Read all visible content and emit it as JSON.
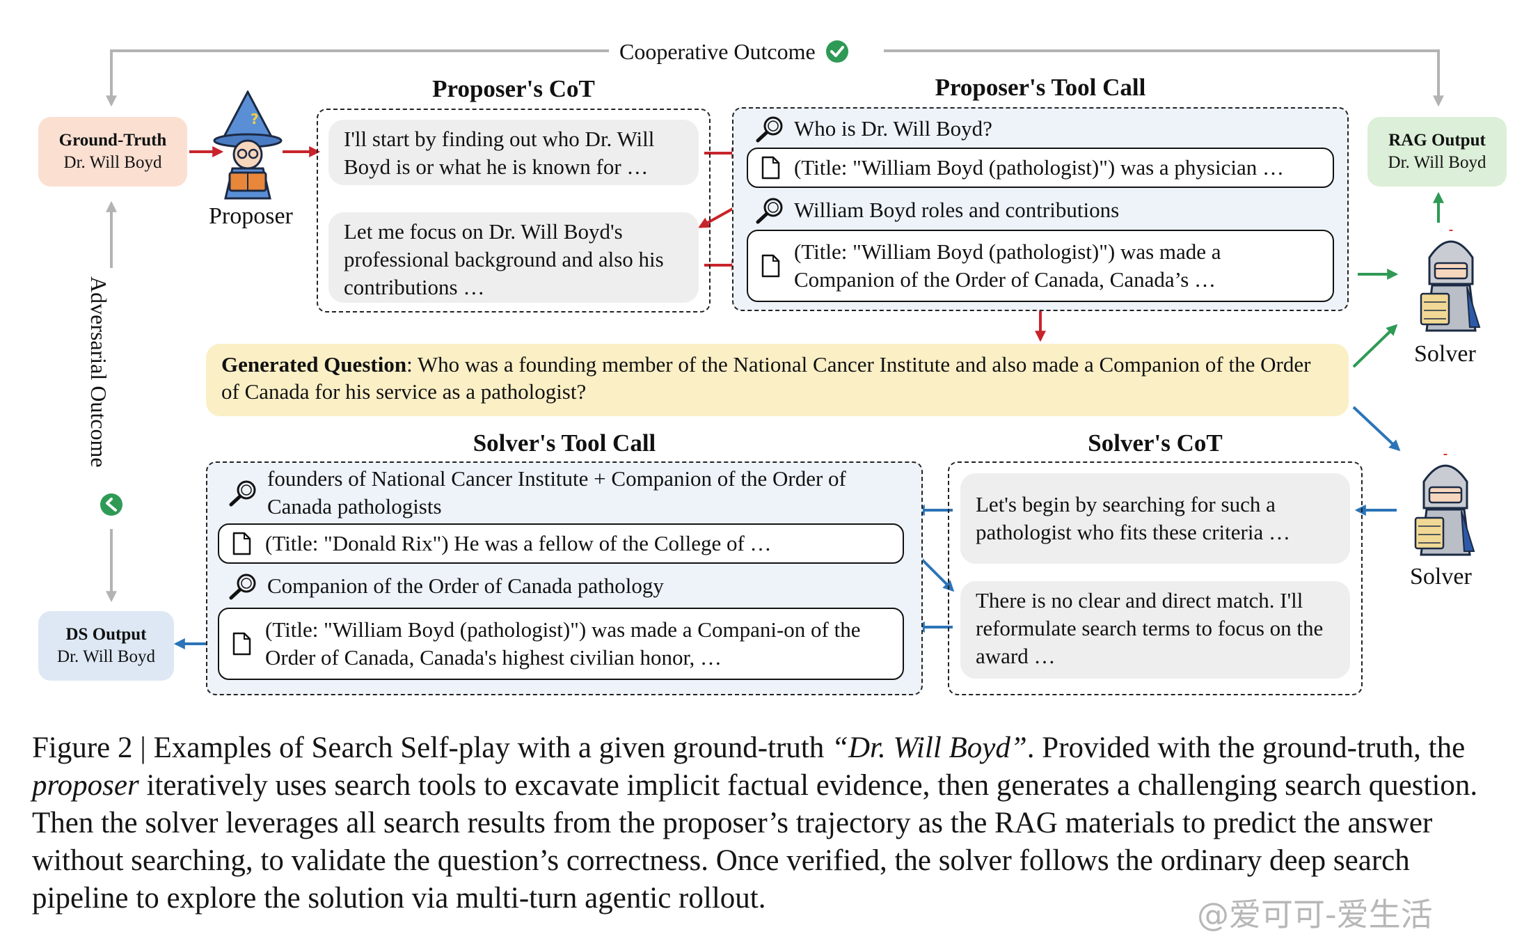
{
  "top_label": "Cooperative Outcome",
  "side_label": "Adversarial Outcome",
  "ground_truth": {
    "title": "Ground-Truth",
    "value": "Dr. Will Boyd"
  },
  "rag_output": {
    "title": "RAG Output",
    "value": "Dr. Will Boyd"
  },
  "ds_output": {
    "title": "DS Output",
    "value": "Dr. Will Boyd"
  },
  "proposer_label": "Proposer",
  "solver_label_1": "Solver",
  "solver_label_2": "Solver",
  "proposer_cot": {
    "title": "Proposer's CoT",
    "thoughts": [
      "I'll start by finding out who Dr. Will Boyd is or what he is known for …",
      "Let me focus on Dr. Will Boyd's professional background and also his contributions …"
    ]
  },
  "proposer_tool_call": {
    "title": "Proposer's Tool Call",
    "queries": [
      "Who is Dr. Will Boyd?",
      "William Boyd roles and contributions"
    ],
    "results": [
      "(Title: \"William Boyd (pathologist)\") was a physician …",
      "(Title: \"William Boyd (pathologist)\") was made a Companion of the Order of Canada, Canada’s …"
    ]
  },
  "generated_question": {
    "label": "Generated Question",
    "text": ": Who was a founding member of the National Cancer Institute and also made a Companion of the Order of Canada for his service as a pathologist?"
  },
  "solver_tool_call": {
    "title": "Solver's Tool Call",
    "queries": [
      "founders of National Cancer Institute + Companion of the Order of Canada pathologists",
      "Companion of the Order of Canada pathology"
    ],
    "results": [
      "(Title: \"Donald Rix\") He was a fellow of the College of …",
      "(Title: \"William Boyd (pathologist)\") was made a Compani-on of the Order of Canada, Canada's highest civilian honor, …"
    ]
  },
  "solver_cot": {
    "title": "Solver's CoT",
    "thoughts": [
      "Let's begin by searching for such a pathologist who fits these criteria …",
      "There is no clear and direct match. I'll reformulate search terms to focus on the award …"
    ]
  },
  "caption": {
    "p1": "Figure 2 | Examples of Search Self-play with a given ground-truth ",
    "em1": "“Dr. Will Boyd”",
    "p2": ". Provided with the ground-truth, the ",
    "em2": "proposer",
    "p3": " iteratively uses search tools to excavate implicit factual evidence, then generates a challenging search question. Then the solver leverages all search results from the proposer’s trajectory as the RAG materials to predict the answer without searching, to validate the question’s correctness. Once verified, the solver follows the ordinary deep search pipeline to explore the solution via multi-turn agentic rollout."
  },
  "watermark": "@爱可可-爱生活",
  "colors": {
    "red_arrow": "#c8242b",
    "green_arrow": "#2e9a55",
    "blue_arrow": "#2b74b8",
    "gray_line": "#b3b3b3",
    "ground_truth_bg": "#fbe0d2",
    "rag_bg": "#dcefd8",
    "ds_bg": "#dde8f4",
    "question_bg": "#fbefc6"
  }
}
